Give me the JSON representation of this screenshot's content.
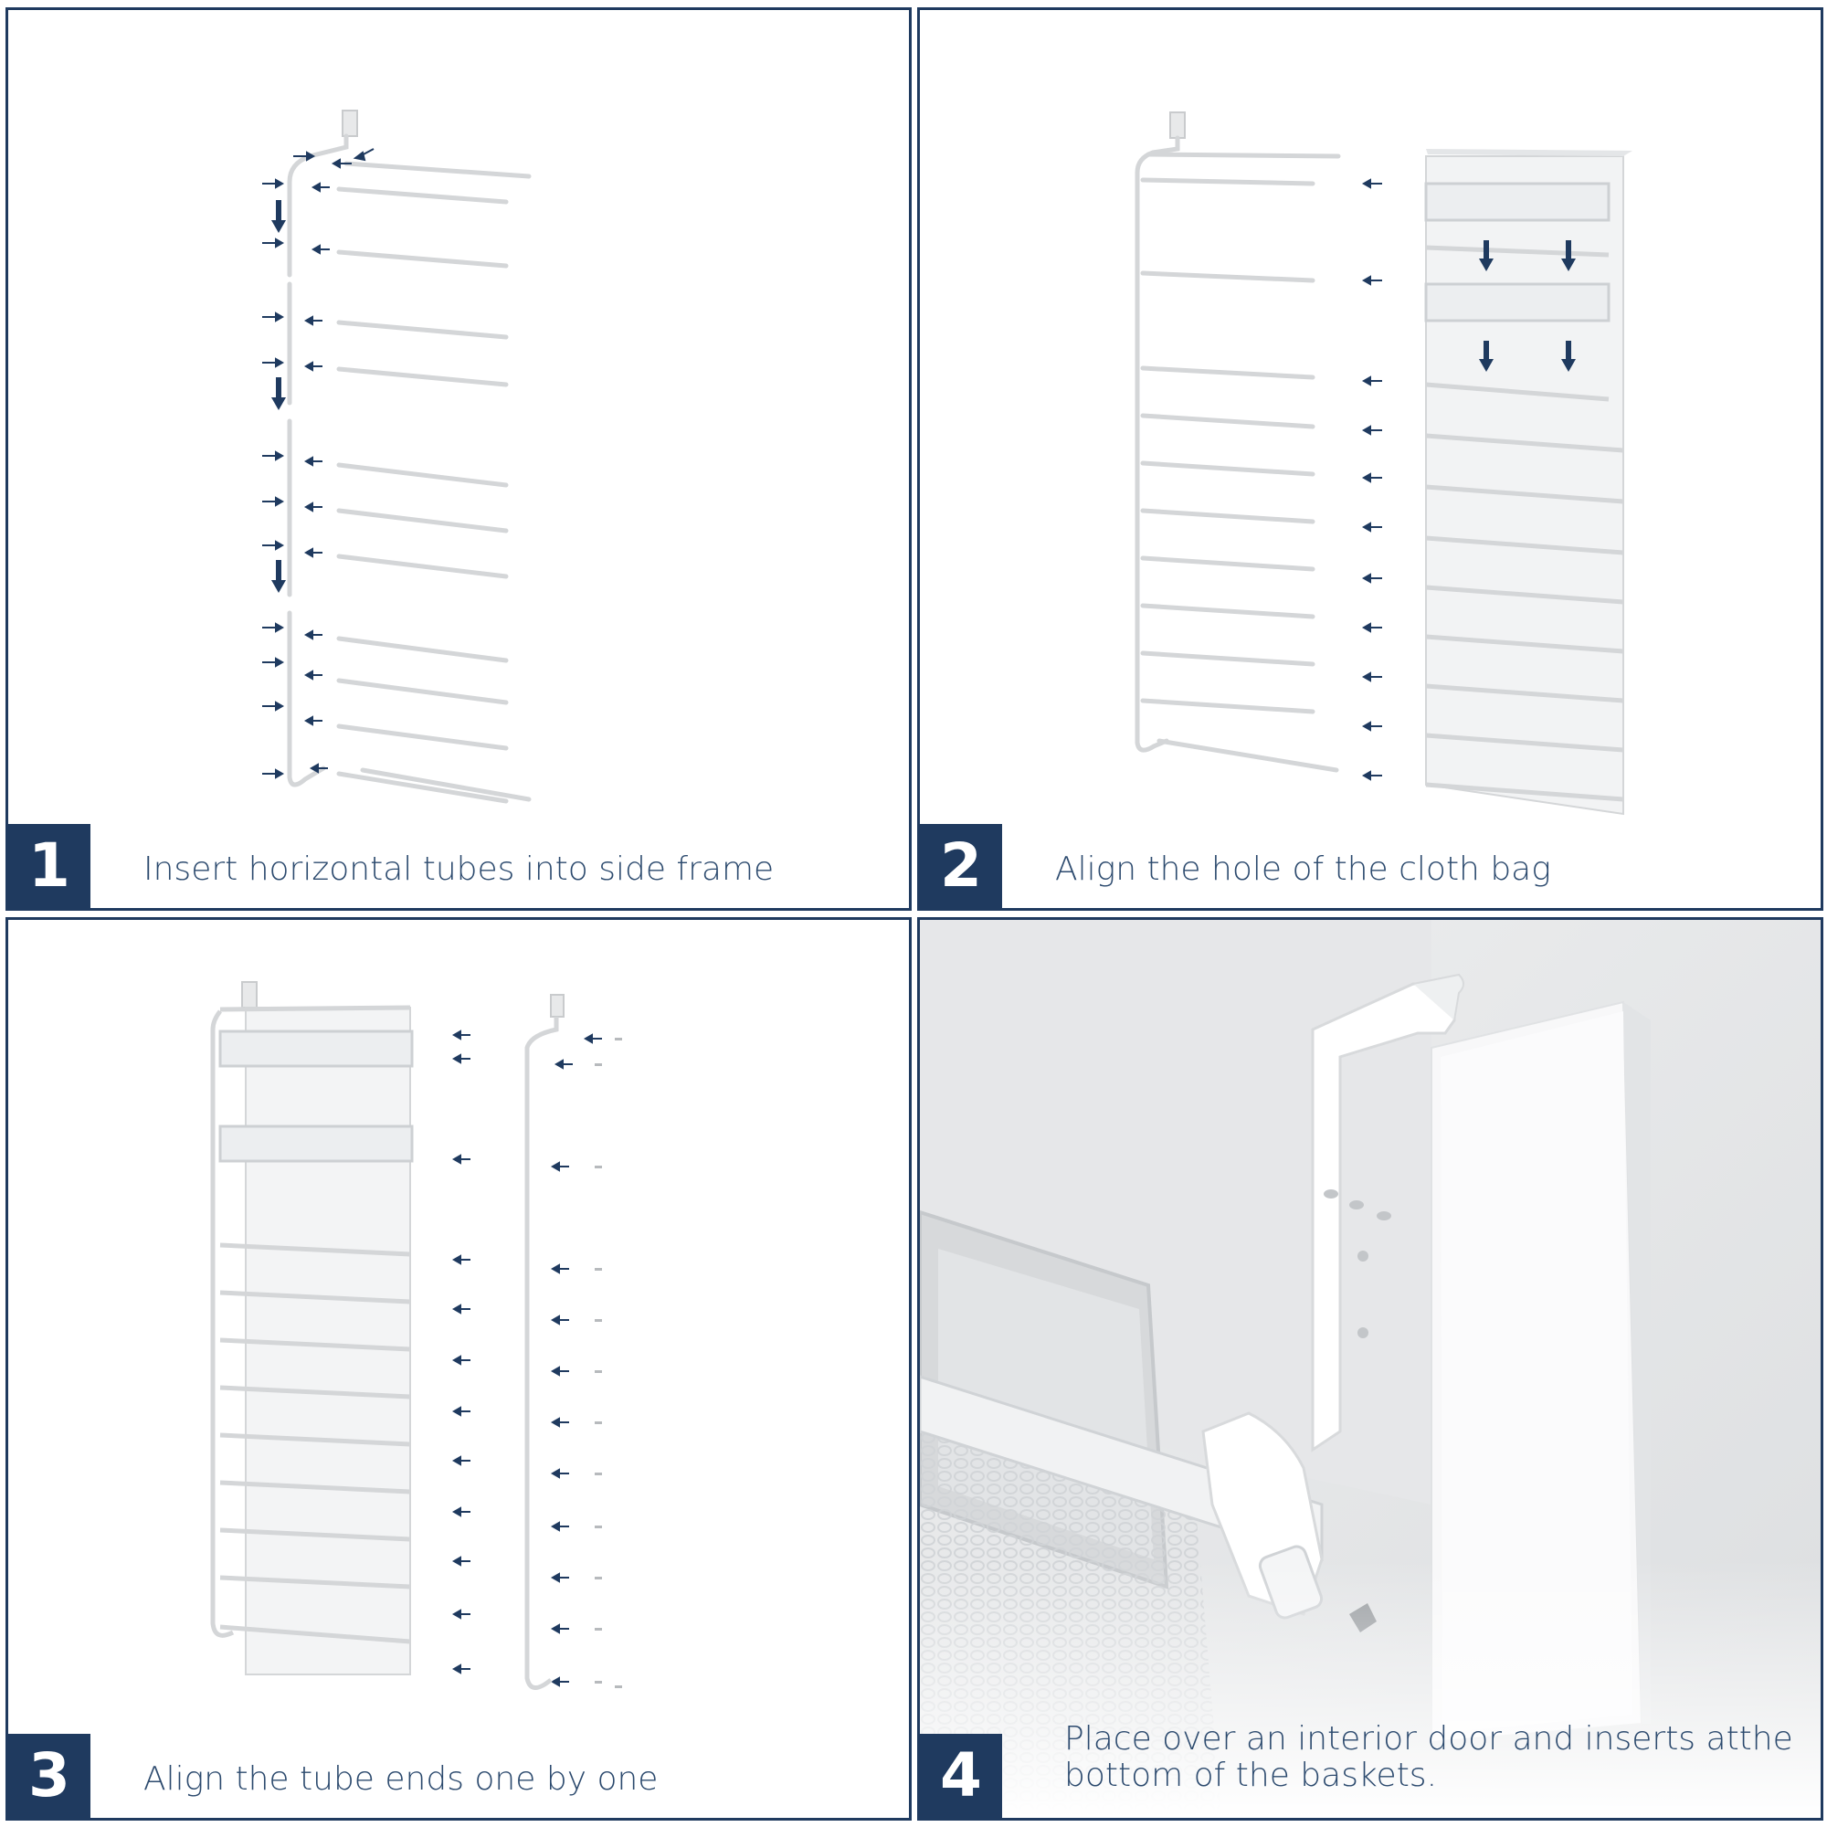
{
  "steps": [
    {
      "number": "1",
      "caption": "Insert horizontal tubes into side frame"
    },
    {
      "number": "2",
      "caption": "Align the hole of the cloth bag"
    },
    {
      "number": "3",
      "caption": "Align the tube ends one by one"
    },
    {
      "number": "4",
      "caption": "Place over an interior door and inserts atthe bottom of the baskets."
    }
  ],
  "colors": {
    "accent": "#1f3a5f",
    "caption_text": "#2c4a6e",
    "frame_part": "#d4d6d8"
  },
  "icons": {
    "assembly_arrow": "arrow-left-icon",
    "drop_arrow": "arrow-down-icon"
  }
}
